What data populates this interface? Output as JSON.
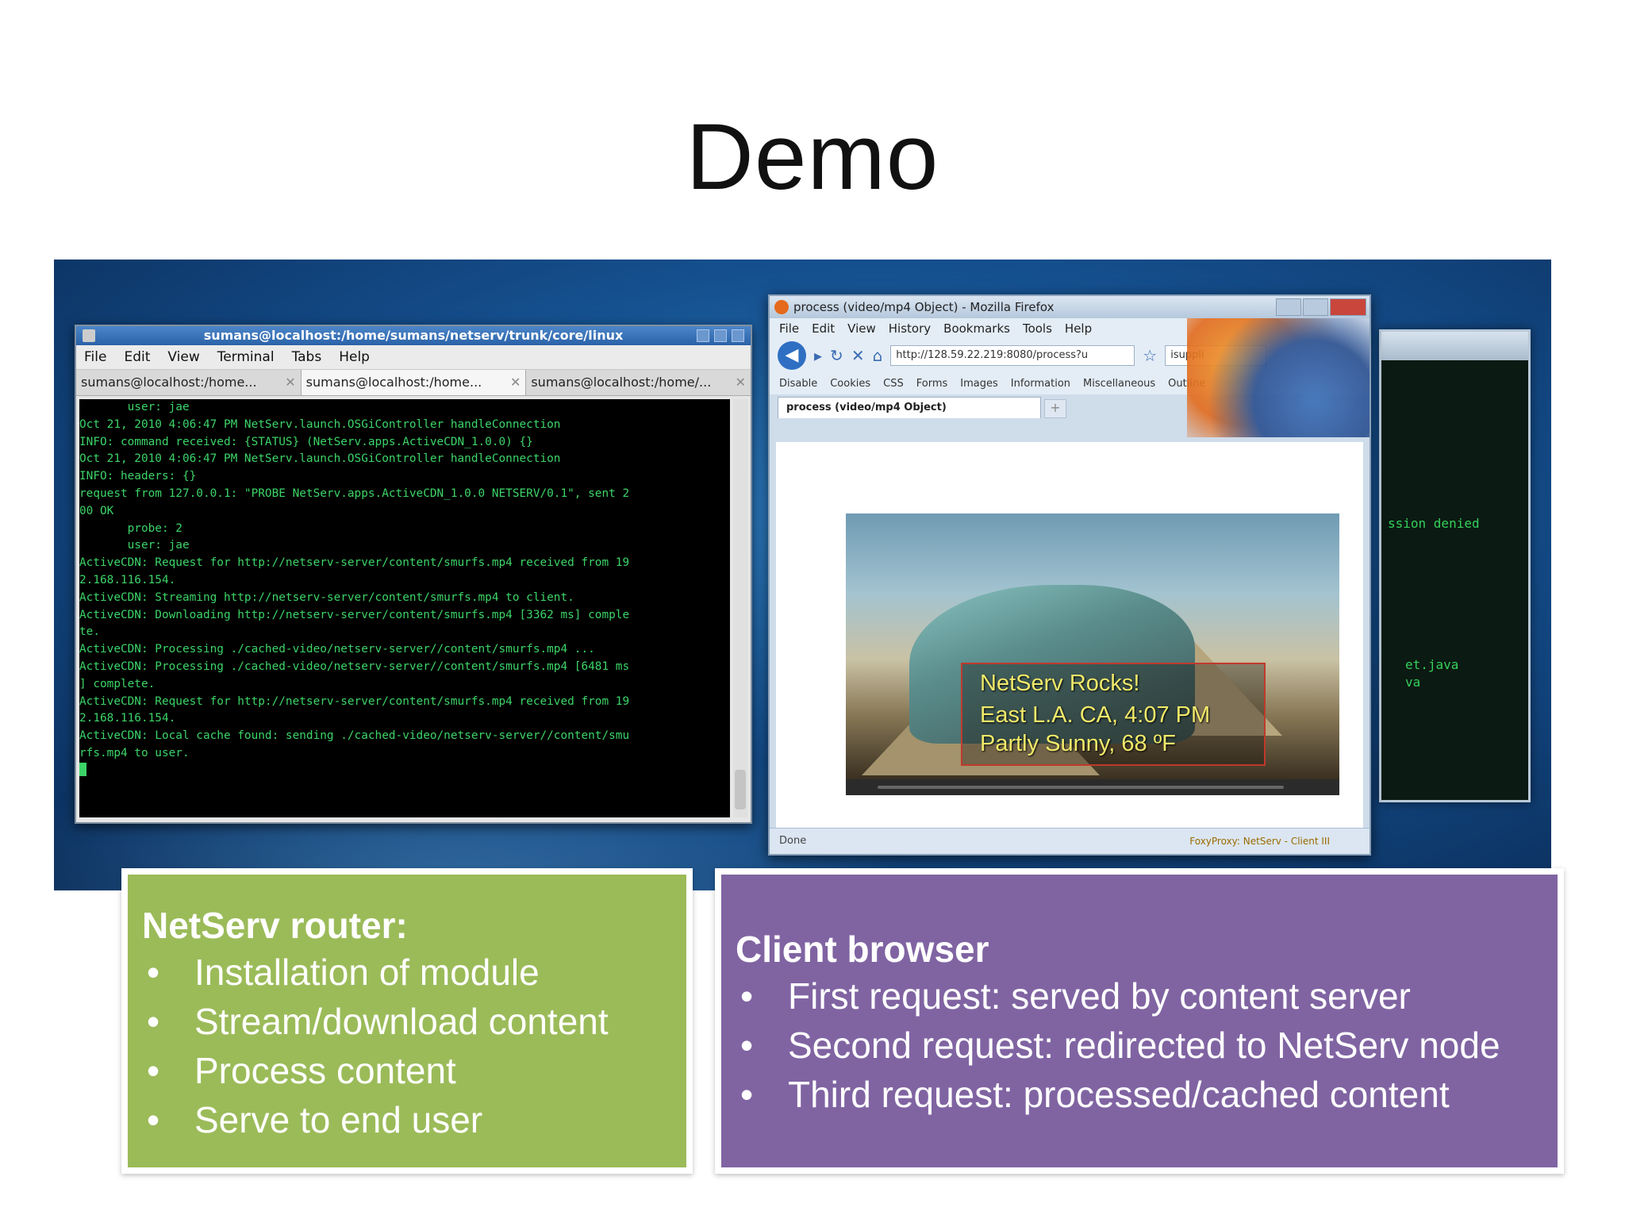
{
  "slide": {
    "title": "Demo"
  },
  "terminal": {
    "title": "sumans@localhost:/home/sumans/netserv/trunk/core/linux",
    "menu": [
      "File",
      "Edit",
      "View",
      "Terminal",
      "Tabs",
      "Help"
    ],
    "tabs": [
      "sumans@localhost:/home...",
      "sumans@localhost:/home...",
      "sumans@localhost:/home/..."
    ],
    "lines": [
      "       user: jae",
      "Oct 21, 2010 4:06:47 PM NetServ.launch.OSGiController handleConnection",
      "INFO: command received: {STATUS} (NetServ.apps.ActiveCDN_1.0.0) {}",
      "Oct 21, 2010 4:06:47 PM NetServ.launch.OSGiController handleConnection",
      "INFO: headers: {}",
      "request from 127.0.0.1: \"PROBE NetServ.apps.ActiveCDN_1.0.0 NETSERV/0.1\", sent 2",
      "00 OK",
      "       probe: 2",
      "       user: jae",
      "",
      "ActiveCDN: Request for http://netserv-server/content/smurfs.mp4 received from 19",
      "2.168.116.154.",
      "ActiveCDN: Streaming http://netserv-server/content/smurfs.mp4 to client.",
      "ActiveCDN: Downloading http://netserv-server/content/smurfs.mp4 [3362 ms] comple",
      "te.",
      "ActiveCDN: Processing ./cached-video/netserv-server//content/smurfs.mp4 ...",
      "ActiveCDN: Processing ./cached-video/netserv-server//content/smurfs.mp4 [6481 ms",
      "] complete.",
      "",
      "ActiveCDN: Request for http://netserv-server/content/smurfs.mp4 received from 19",
      "2.168.116.154.",
      "ActiveCDN: Local cache found: sending ./cached-video/netserv-server//content/smu",
      "rfs.mp4 to user."
    ]
  },
  "firefox": {
    "title": "process (video/mp4 Object) - Mozilla Firefox",
    "menu": [
      "File",
      "Edit",
      "View",
      "History",
      "Bookmarks",
      "Tools",
      "Help"
    ],
    "url": "http://128.59.22.219:8080/process?u",
    "search": "isuppli",
    "devbar": [
      "Disable",
      "Cookies",
      "CSS",
      "Forms",
      "Images",
      "Information",
      "Miscellaneous",
      "Outline"
    ],
    "tab": "process (video/mp4 Object)",
    "status": "Done",
    "status_addon": "FoxyProxy: NetServ - Client III",
    "video_overlay": [
      "NetServ Rocks!",
      "East L.A. CA, 4:07 PM",
      "Partly Sunny, 68 ºF"
    ]
  },
  "background_terminal": {
    "lines": [
      "ssion denied",
      "et.java",
      "va"
    ]
  },
  "callouts": {
    "router": {
      "heading": "NetServ router:",
      "bullets": [
        "Installation of module",
        "Stream/download content",
        "Process content",
        "Serve to end user"
      ]
    },
    "client": {
      "heading": "Client browser",
      "bullets": [
        "First request: served by content server",
        "Second request: redirected to NetServ node",
        "Third request: processed/cached content"
      ]
    }
  },
  "colors": {
    "router_box": "#9bbb59",
    "client_box": "#8064a2",
    "terminal_text": "#3cd468",
    "overlay_text": "#f0e96a"
  }
}
